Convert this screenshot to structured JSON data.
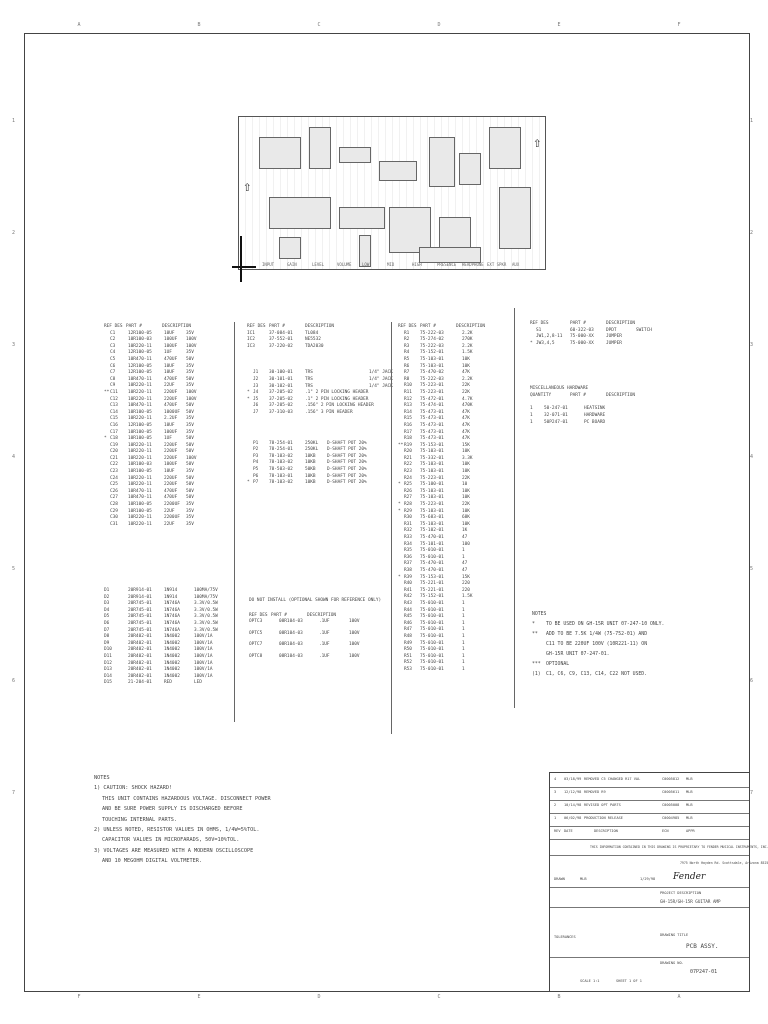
{
  "zones_top": [
    "A",
    "B",
    "C",
    "D",
    "E",
    "F"
  ],
  "zones_bottom": [
    "F",
    "E",
    "D",
    "C",
    "B",
    "A"
  ],
  "zones_side": [
    "1",
    "2",
    "3",
    "4",
    "5",
    "6",
    "7"
  ],
  "pcb": {
    "labels": [
      "INPUT",
      "GAIN",
      "LEVEL",
      "VOLUME",
      "LOW",
      "MID",
      "HIGH",
      "PRESENCE",
      "HEADPHONE",
      "EXT SPKR",
      "AUX"
    ]
  },
  "parts1": {
    "headers": [
      "REF DES",
      "PART #",
      "DESCRIPTION"
    ],
    "rows": [
      [
        "",
        "C1",
        "12R100-05",
        "10UF",
        "35V"
      ],
      [
        "",
        "C2",
        "10R100-03",
        "100UF",
        "100V"
      ],
      [
        "",
        "C3",
        "10R220-11",
        "100UF",
        "100V"
      ],
      [
        "",
        "C4",
        "12R100-05",
        "1UF",
        "35V"
      ],
      [
        "",
        "C5",
        "10R470-11",
        "470UF",
        "50V"
      ],
      [
        "",
        "C6",
        "12R100-05",
        "10UF",
        "35V"
      ],
      [
        "",
        "C7",
        "12R100-05",
        "10UF",
        "35V"
      ],
      [
        "",
        "C8",
        "10R470-11",
        "470UF",
        "50V"
      ],
      [
        "",
        "C9",
        "10R220-11",
        "22UF",
        "35V"
      ],
      [
        "**",
        "C11",
        "10R220-11",
        "220UF",
        "100V"
      ],
      [
        "",
        "C12",
        "10R220-11",
        "220UF",
        "100V"
      ],
      [
        "",
        "C13",
        "10R470-11",
        "470UF",
        "50V"
      ],
      [
        "",
        "C14",
        "10R100-05",
        "1000UF",
        "50V"
      ],
      [
        "",
        "C15",
        "10R220-11",
        "2.2UF",
        "35V"
      ],
      [
        "",
        "C16",
        "12R100-05",
        "10UF",
        "35V"
      ],
      [
        "",
        "C17",
        "10R100-05",
        "100UF",
        "35V"
      ],
      [
        "*",
        "C18",
        "10R100-05",
        "1UF",
        "50V"
      ],
      [
        "",
        "C19",
        "10R220-11",
        "220UF",
        "50V"
      ],
      [
        "",
        "C20",
        "10R220-11",
        "220UF",
        "50V"
      ],
      [
        "",
        "C21",
        "10R220-11",
        "220UF",
        "100V"
      ],
      [
        "",
        "C22",
        "10R100-03",
        "100UF",
        "50V"
      ],
      [
        "",
        "C23",
        "10R100-05",
        "10UF",
        "35V"
      ],
      [
        "",
        "C24",
        "10R220-11",
        "220UF",
        "50V"
      ],
      [
        "",
        "C25",
        "10R220-11",
        "220UF",
        "50V"
      ],
      [
        "",
        "C26",
        "10R470-11",
        "470UF",
        "50V"
      ],
      [
        "",
        "C27",
        "10R470-11",
        "470UF",
        "50V"
      ],
      [
        "",
        "C28",
        "10R100-05",
        "2200UF",
        "35V"
      ],
      [
        "",
        "C29",
        "10R100-05",
        "22UF",
        "35V"
      ],
      [
        "",
        "C30",
        "10R220-11",
        "2200UF",
        "35V"
      ],
      [
        "",
        "C31",
        "10R220-11",
        "22UF",
        "35V"
      ]
    ]
  },
  "diodes": {
    "rows": [
      [
        "D1",
        "20R914-01",
        "1N914",
        "100MA/75V"
      ],
      [
        "D2",
        "20R914-01",
        "1N914",
        "100MA/75V"
      ],
      [
        "D3",
        "20R745-01",
        "1N746A",
        "3.3V/0.5W"
      ],
      [
        "D4",
        "20R745-01",
        "1N746A",
        "3.3V/0.5W"
      ],
      [
        "D5",
        "20R745-01",
        "1N746A",
        "3.3V/0.5W"
      ],
      [
        "D6",
        "20R745-01",
        "1N746A",
        "3.3V/0.5W"
      ],
      [
        "D7",
        "20R745-01",
        "1N746A",
        "3.3V/0.5W"
      ],
      [
        "D8",
        "20R402-01",
        "1N4002",
        "100V/1A"
      ],
      [
        "D9",
        "20R402-01",
        "1N4002",
        "100V/1A"
      ],
      [
        "D10",
        "20R402-01",
        "1N4002",
        "100V/1A"
      ],
      [
        "D11",
        "20R402-01",
        "1N4002",
        "100V/1A"
      ],
      [
        "D12",
        "20R402-01",
        "1N4002",
        "100V/1A"
      ],
      [
        "D13",
        "20R402-01",
        "1N4002",
        "100V/1A"
      ],
      [
        "D14",
        "20R402-01",
        "1N4002",
        "100V/1A"
      ],
      [
        "D15",
        "21-204-01",
        "RED",
        "LED"
      ]
    ]
  },
  "parts2": {
    "headers": [
      "REF DES",
      "PART #",
      "DESCRIPTION"
    ],
    "ics": [
      [
        "IC1",
        "37-084-01",
        "TL084"
      ],
      [
        "IC2",
        "37-552-01",
        "NE5532"
      ],
      [
        "IC3",
        "37-220-02",
        "TDA2030"
      ]
    ],
    "jacks": [
      [
        "",
        "J1",
        "30-100-01",
        "TRS",
        "1/4\" JACK"
      ],
      [
        "",
        "J2",
        "30-101-01",
        "TRS",
        "1/4\" JACK"
      ],
      [
        "",
        "J3",
        "30-102-01",
        "TRS",
        "1/4\" JACK"
      ],
      [
        "*",
        "J4",
        "37-205-02",
        ".1\" 2 PIN LOCKING HEADER",
        ""
      ],
      [
        "*",
        "J5",
        "37-205-02",
        ".1\" 2 PIN LOCKING HEADER",
        ""
      ],
      [
        "",
        "J6",
        "37-205-02",
        ".156\" 2 PIN LOCKING HEADER",
        ""
      ],
      [
        "",
        "J7",
        "37-310-03",
        ".156\" 3 PIN HEADER",
        ""
      ]
    ],
    "pots": [
      [
        "",
        "P1",
        "78-254-01",
        "250KL",
        "D-SHAFT POT 20%"
      ],
      [
        "",
        "P2",
        "78-254-01",
        "250KL",
        "D-SHAFT POT 20%"
      ],
      [
        "",
        "P3",
        "78-103-02",
        "10KB",
        "D-SHAFT POT 20%"
      ],
      [
        "",
        "P4",
        "78-103-02",
        "10KB",
        "D-SHAFT POT 20%"
      ],
      [
        "",
        "P5",
        "78-503-02",
        "50KB",
        "D-SHAFT POT 20%"
      ],
      [
        "",
        "P6",
        "78-103-01",
        "10KB",
        "D-SHAFT POT 20%"
      ],
      [
        "*",
        "P7",
        "78-103-02",
        "10KB",
        "D-SHAFT POT 20%"
      ]
    ]
  },
  "donotinstall": {
    "title": "DO NOT INSTALL (OPTIONAL SHOWN FOR REFERENCE ONLY)",
    "headers": [
      "REF DES",
      "PART #",
      "DESCRIPTION"
    ],
    "rows": [
      [
        "OPTC3",
        "08R104-03",
        ".1UF",
        "100V"
      ],
      [
        "OPTC5",
        "08R104-03",
        ".1UF",
        "100V"
      ],
      [
        "OPTC7",
        "08R104-03",
        ".1UF",
        "100V"
      ],
      [
        "OPTC8",
        "08R104-03",
        ".1UF",
        "100V"
      ]
    ]
  },
  "resistors": {
    "headers": [
      "REF DES",
      "PART #",
      "DESCRIPTION"
    ],
    "rows": [
      [
        "",
        "R1",
        "75-222-03",
        "2.2K"
      ],
      [
        "",
        "R2",
        "75-274-02",
        "270K"
      ],
      [
        "",
        "R3",
        "75-222-03",
        "2.2K"
      ],
      [
        "",
        "R4",
        "75-152-01",
        "1.5K"
      ],
      [
        "",
        "R5",
        "75-103-01",
        "10K"
      ],
      [
        "",
        "R6",
        "75-103-01",
        "10K"
      ],
      [
        "",
        "R7",
        "75-470-02",
        "47K"
      ],
      [
        "",
        "R8",
        "75-222-03",
        "2.2K"
      ],
      [
        "",
        "R10",
        "75-223-01",
        "22K"
      ],
      [
        "",
        "R11",
        "75-223-01",
        "22K"
      ],
      [
        "",
        "R12",
        "75-472-01",
        "4.7K"
      ],
      [
        "",
        "R13",
        "75-474-01",
        "470K"
      ],
      [
        "",
        "R14",
        "75-473-01",
        "47K"
      ],
      [
        "",
        "R15",
        "75-473-01",
        "47K"
      ],
      [
        "",
        "R16",
        "75-473-01",
        "47K"
      ],
      [
        "",
        "R17",
        "75-473-01",
        "47K"
      ],
      [
        "",
        "R18",
        "75-473-01",
        "47K"
      ],
      [
        "**",
        "R19",
        "75-153-01",
        "15K"
      ],
      [
        "",
        "R20",
        "75-103-01",
        "10K"
      ],
      [
        "",
        "R21",
        "75-332-01",
        "3.3K"
      ],
      [
        "",
        "R22",
        "75-103-01",
        "10K"
      ],
      [
        "",
        "R23",
        "75-103-01",
        "10K"
      ],
      [
        "",
        "R24",
        "75-223-01",
        "22K"
      ],
      [
        "*",
        "R25",
        "75-100-01",
        "10"
      ],
      [
        "",
        "R26",
        "75-103-01",
        "10K"
      ],
      [
        "",
        "R27",
        "75-103-01",
        "10K"
      ],
      [
        "*",
        "R28",
        "75-223-01",
        "22K"
      ],
      [
        "*",
        "R29",
        "75-103-01",
        "10K"
      ],
      [
        "",
        "R30",
        "75-683-01",
        "68K"
      ],
      [
        "",
        "R31",
        "75-103-01",
        "10K"
      ],
      [
        "",
        "R32",
        "75-102-01",
        "1K"
      ],
      [
        "",
        "R33",
        "75-470-01",
        "47"
      ],
      [
        "",
        "R34",
        "75-101-01",
        "100"
      ],
      [
        "",
        "R35",
        "75-010-01",
        "1"
      ],
      [
        "",
        "R36",
        "75-010-01",
        "1"
      ],
      [
        "",
        "R37",
        "75-470-01",
        "47"
      ],
      [
        "",
        "R38",
        "75-470-01",
        "47"
      ],
      [
        "*",
        "R39",
        "75-153-01",
        "15K"
      ],
      [
        "",
        "R40",
        "75-221-01",
        "220"
      ],
      [
        "",
        "R41",
        "75-221-01",
        "220"
      ],
      [
        "",
        "R42",
        "75-152-01",
        "1.5K"
      ],
      [
        "",
        "R43",
        "75-010-01",
        "1"
      ],
      [
        "",
        "R44",
        "75-010-01",
        "1"
      ],
      [
        "",
        "R45",
        "75-010-01",
        "1"
      ],
      [
        "",
        "R46",
        "75-010-01",
        "1"
      ],
      [
        "",
        "R47",
        "75-010-01",
        "1"
      ],
      [
        "",
        "R48",
        "75-010-01",
        "1"
      ],
      [
        "",
        "R49",
        "75-010-01",
        "1"
      ],
      [
        "",
        "R50",
        "75-010-01",
        "1"
      ],
      [
        "",
        "R51",
        "75-010-01",
        "1"
      ],
      [
        "",
        "R52",
        "75-010-01",
        "1"
      ],
      [
        "",
        "R53",
        "75-010-01",
        "1"
      ]
    ]
  },
  "switches": {
    "headers": [
      "REF DES",
      "PART #",
      "DESCRIPTION"
    ],
    "rows": [
      [
        "",
        "S1",
        "60-322-03",
        "DPDT",
        "SWITCH"
      ],
      [
        "",
        "JW1,2,8-11",
        "75-000-XX",
        "JUMPER",
        ""
      ],
      [
        "*",
        "JW3,4,5",
        "75-000-XX",
        "JUMPER",
        ""
      ]
    ]
  },
  "hardware": {
    "title": "MISCELLANEOUS HARDWARE",
    "headers": [
      "QUANTITY",
      "PART #",
      "DESCRIPTION"
    ],
    "rows": [
      [
        "1",
        "50-247-01",
        "HEATSINK"
      ],
      [
        "1",
        "32-071-01",
        "HARDWARE"
      ],
      [
        "1",
        "50P247-01",
        "PC BOARD"
      ]
    ]
  },
  "notes_right": {
    "title": "NOTES",
    "items": [
      [
        "*",
        "TO BE USED ON GH-15R UNIT 07-247-10 ONLY."
      ],
      [
        "**",
        "ADD TO BE 7.5K 1/4W (75-752-01) AND"
      ],
      [
        "",
        "C11 TO BE 220UF 100V (10R221-11) ON"
      ],
      [
        "",
        "GH-15R UNIT 07-247-01."
      ],
      [
        "***",
        "OPTIONAL"
      ],
      [
        "(1)",
        "C1, C6, C9, C13, C14, C22 NOT USED."
      ]
    ]
  },
  "notes_left": {
    "title": "NOTES",
    "lines": [
      "1) CAUTION: SHOCK HAZARD!",
      "THIS UNIT CONTAINS HAZARDOUS VOLTAGE. DISCONNECT POWER",
      "AND BE SURE POWER SUPPLY IS DISCHARGED BEFORE",
      "TOUCHING INTERNAL PARTS.",
      "2) UNLESS NOTED, RESISTOR VALUES IN OHMS, 1/4W=5%TOL.",
      "CAPACITOR VALUES IN MICROFARADS, 50V=10%TOL.",
      "3) VOLTAGES ARE MEASURED WITH A MODERN OSCILLOSCOPE",
      "AND 10 MEGOHM DIGITAL VOLTMETER."
    ]
  },
  "titleblock": {
    "revs": [
      [
        "4",
        "03/18/99",
        "REMOVED C5 CHANGED R17 VAL",
        "C0005812",
        "MLB"
      ],
      [
        "3",
        "12/12/98",
        "REMOVED R9",
        "C0005611",
        "MLB"
      ],
      [
        "2",
        "10/14/98",
        "REVISED OPT PARTS",
        "C0005008",
        "MLB"
      ],
      [
        "1",
        "06/02/98",
        "PRODUCTION RELEASE",
        "C0004985",
        "MLB"
      ]
    ],
    "rev_headers": [
      "REV",
      "DATE",
      "DESCRIPTION",
      "ECN",
      "APPR"
    ],
    "proprietary": "THIS INFORMATION CONTAINED IN THIS DRAWING IS PROPRIETARY TO FENDER MUSICAL INSTRUMENTS, INC.",
    "company": "7975 North Hayden Rd. Scottsdale, Arizona 85258",
    "logo": "Fender",
    "drawn": "MLB",
    "date": "1/29/98",
    "project_label": "PROJECT DESCRIPTION",
    "project": "GH-15R/GH-15R GUITAR AMP",
    "drawing_title_label": "DRAWING TITLE",
    "drawing_title": "PCB ASSY.",
    "drawing_no_label": "DRAWING NO.",
    "drawing_no": "07P247-01",
    "tolerances": "TOLERANCES",
    "scale": "1:1",
    "sheet": "1 OF 1"
  }
}
